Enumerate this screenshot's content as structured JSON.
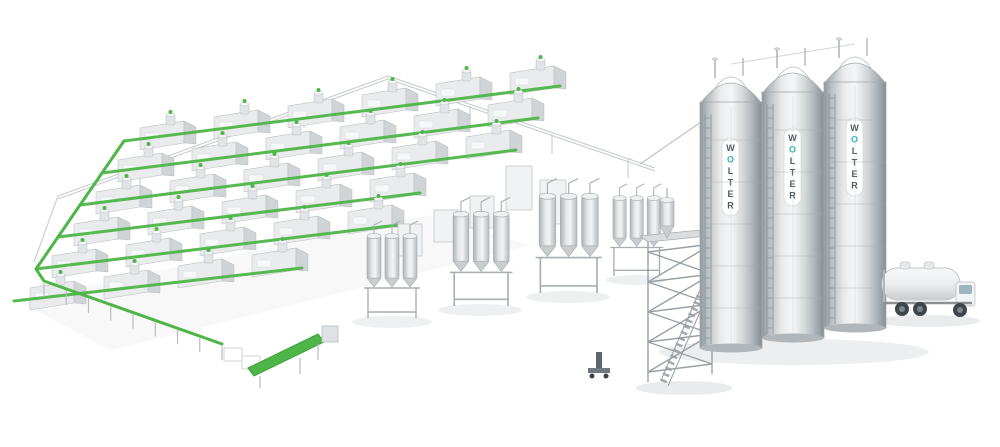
{
  "scene": {
    "brand": "WOLTER",
    "brand_letter_highlight": "O",
    "silos": [
      {
        "label": "WOLTER"
      },
      {
        "label": "WOLTER"
      },
      {
        "label": "WOLTER"
      }
    ],
    "machine_rows": [
      6,
      6,
      6,
      5,
      5,
      4
    ],
    "palette": {
      "background": "#ffffff",
      "conveyor_green": "#4eb648",
      "conveyor_green_dark": "#3f9e3a",
      "brand_teal": "#2eb6af",
      "machine_light": "#e9ebec",
      "machine_mid": "#d0d4d6",
      "machine_top": "#f4f5f6",
      "outline_gray": "#b9bdc1",
      "steel_dark": "#9aa1a6",
      "letter_gray": "#4e5a63",
      "shadow": "#e9ebec"
    }
  }
}
